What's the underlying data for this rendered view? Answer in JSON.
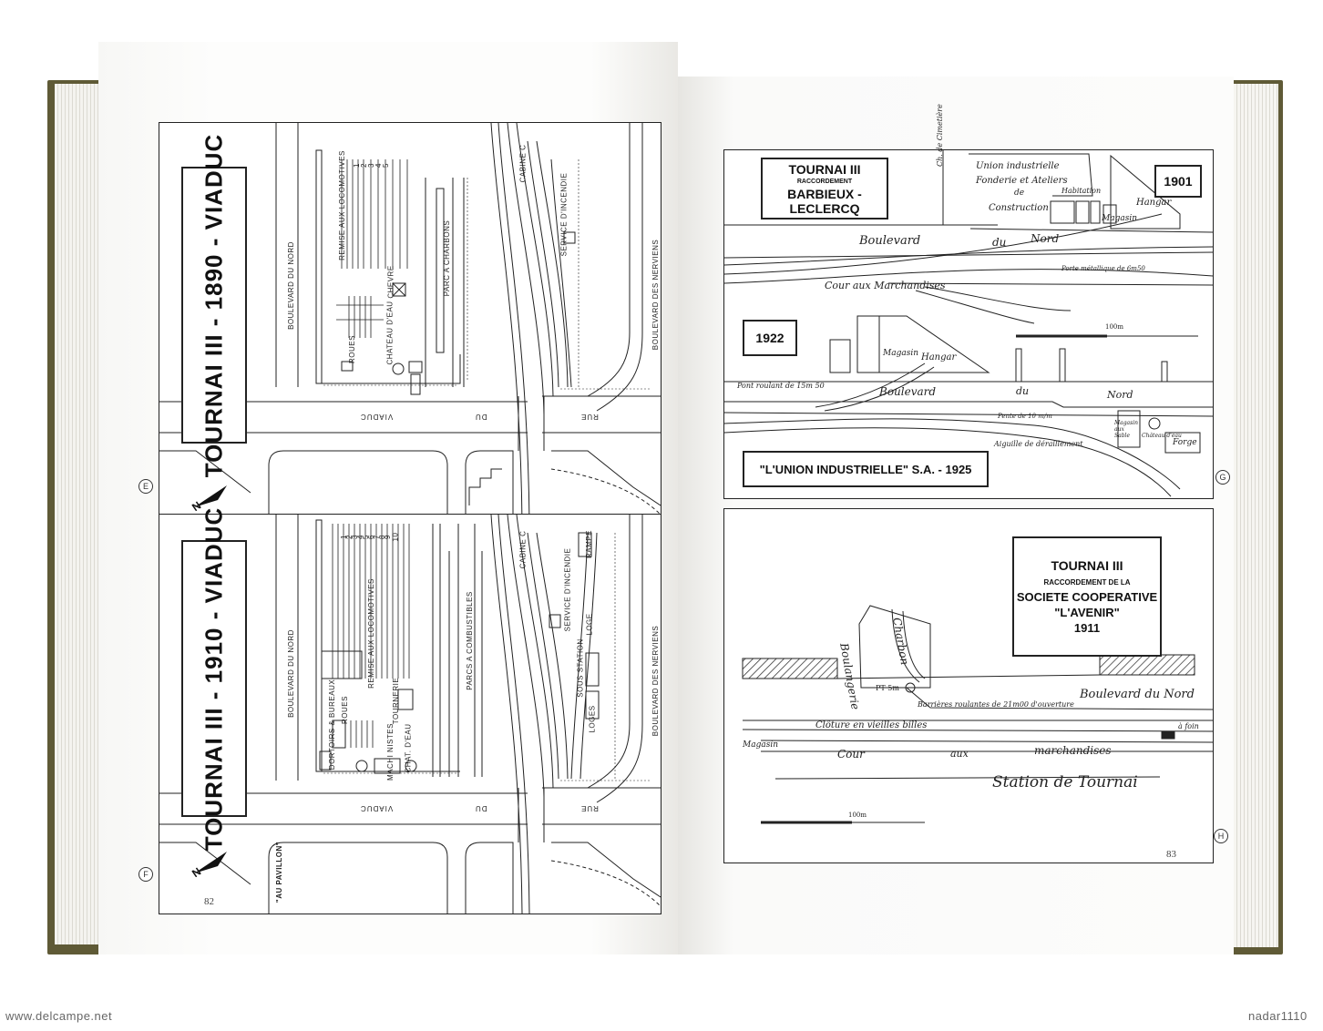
{
  "left_page": {
    "page_number": "82",
    "panels": [
      {
        "id": "E",
        "title": "TOURNAI III  - 1890 -  VIADUC",
        "labels": {
          "boulevard_nord": "BOULEVARD DU NORD",
          "boulevard_nerviens": "BOULEVARD DES NERVIENS",
          "remise": "REMISE AUX LOCOMOTIVES",
          "parc": "PARC A CHARBONS",
          "cabine": "CABINE C",
          "service": "SERVICE D'INCENDIE",
          "chevre": "CHEVRE",
          "roues": "ROUES",
          "chateau": "CHATEAU D'EAU",
          "viaduc": "VIADUC",
          "du": "DU",
          "rue": "RUE"
        },
        "track_numbers": [
          "1",
          "2",
          "3",
          "4",
          "5"
        ]
      },
      {
        "id": "F",
        "title": "TOURNAI III  - 1910 -  VIADUC",
        "labels": {
          "boulevard_nord": "BOULEVARD DU NORD",
          "boulevard_nerviens": "BOULEVARD DES NERVIENS",
          "remise": "REMISE AUX LOCOMOTIVES",
          "parcs": "PARCS A COMBUSTIBLES",
          "cabine": "CABINE C",
          "service": "SERVICE D'INCENDIE",
          "rampe": "RAMPE",
          "loge": "LOGE",
          "sous_station": "SOUS STATION",
          "loges": "LOGES",
          "tournerie": "TOURNERIE",
          "roues": "ROUES",
          "dortoirs": "DORTOIRS & BUREAUX",
          "chateau": "CHAT. D'EAU",
          "machinistes": "MACHI NISTES",
          "viaduc": "VIADUC",
          "du": "DU",
          "rue": "RUE",
          "pavillon": "\"AU PAVILLON\""
        },
        "track_numbers": [
          "1",
          "2",
          "3",
          "4",
          "5",
          "6",
          "7",
          "8",
          "9",
          "10"
        ]
      }
    ]
  },
  "right_page": {
    "page_number": "83",
    "panel_g": {
      "id": "G",
      "title_main": "TOURNAI III",
      "title_sub": "RACCORDEMENT",
      "title_name": "BARBIEUX - LECLERCQ",
      "year_1901": "1901",
      "year_1922": "1922",
      "bottom_title": "\"L'UNION INDUSTRIELLE\" S.A. - 1925",
      "scale": "100m",
      "handwriting": {
        "union": "Union industrielle",
        "fonderie": "Fonderie et Ateliers",
        "de": "de",
        "construction": "Construction",
        "habitation": "Habitation",
        "magasin": "Magasin",
        "hangar": "Hangar",
        "boulevard": "Boulevard",
        "du": "du",
        "nord": "Nord",
        "cour": "Cour aux Marchandises",
        "cimetiere": "Ch. de Cimetière",
        "porte": "Porte métallique de 6m50",
        "pont": "Pont roulant de 15m 50",
        "aiguille": "Aiguille de déraillement",
        "forge": "Forge",
        "magasin_sable": "Magasin aux Sable",
        "chateau_eau": "Château d'eau",
        "pente": "Pente de 10 m/m"
      }
    },
    "panel_h": {
      "id": "H",
      "title_main": "TOURNAI III",
      "title_sub": "RACCORDEMENT DE LA",
      "title_name": "SOCIETE COOPERATIVE",
      "title_quote": "\"L'AVENIR\"",
      "title_year": "1911",
      "scale": "100m",
      "handwriting": {
        "charbon": "Charbon",
        "boulangerie": "Boulangerie",
        "pt": "PT 5m",
        "barrieres": "Barrières roulantes de 21m00 d'ouverture",
        "boulevard": "Boulevard du Nord",
        "cloture": "Clôture en vieilles billes",
        "magasin": "Magasin",
        "cour": "Cour",
        "aux": "aux",
        "marchandises": "marchandises",
        "station": "Station de Tournai",
        "a_foin": "à foin"
      }
    }
  },
  "watermarks": {
    "left": "www.delcampe.net",
    "right": "nadar1110"
  }
}
